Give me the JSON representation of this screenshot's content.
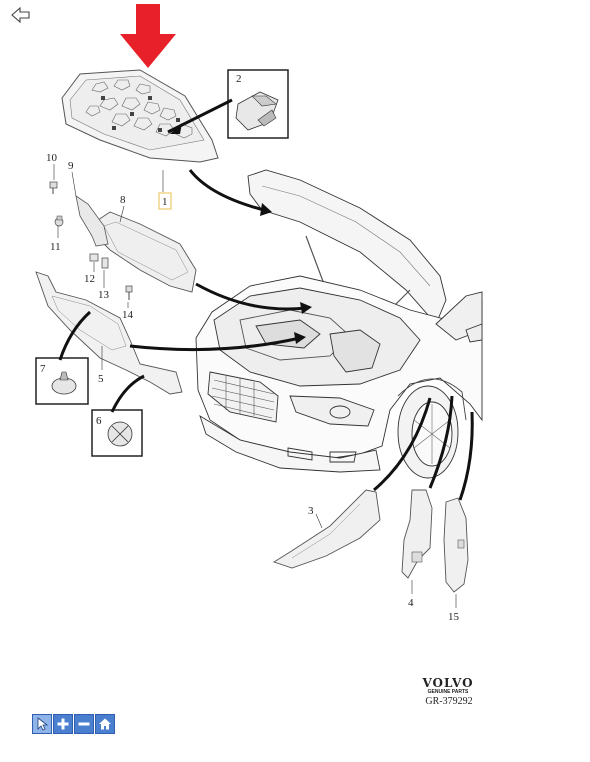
{
  "diagram": {
    "callouts": {
      "c1": "1",
      "c2": "2",
      "c3": "3",
      "c4": "4",
      "c5": "5",
      "c6": "6",
      "c7": "7",
      "c8": "8",
      "c9": "9",
      "c10": "10",
      "c11": "11",
      "c12": "12",
      "c13": "13",
      "c14": "14",
      "c15": "15"
    },
    "highlight_color": "#e8202a",
    "highlight_box_color": "#e8c24a"
  },
  "brand": {
    "name": "VOLVO",
    "tagline": "GENUINE PARTS"
  },
  "reference": "GR-379292",
  "toolbar": {
    "buttons": [
      {
        "name": "pointer",
        "icon": "pointer-icon"
      },
      {
        "name": "zoom-in",
        "icon": "plus-icon"
      },
      {
        "name": "zoom-out",
        "icon": "minus-icon"
      },
      {
        "name": "home",
        "icon": "home-icon"
      }
    ]
  }
}
